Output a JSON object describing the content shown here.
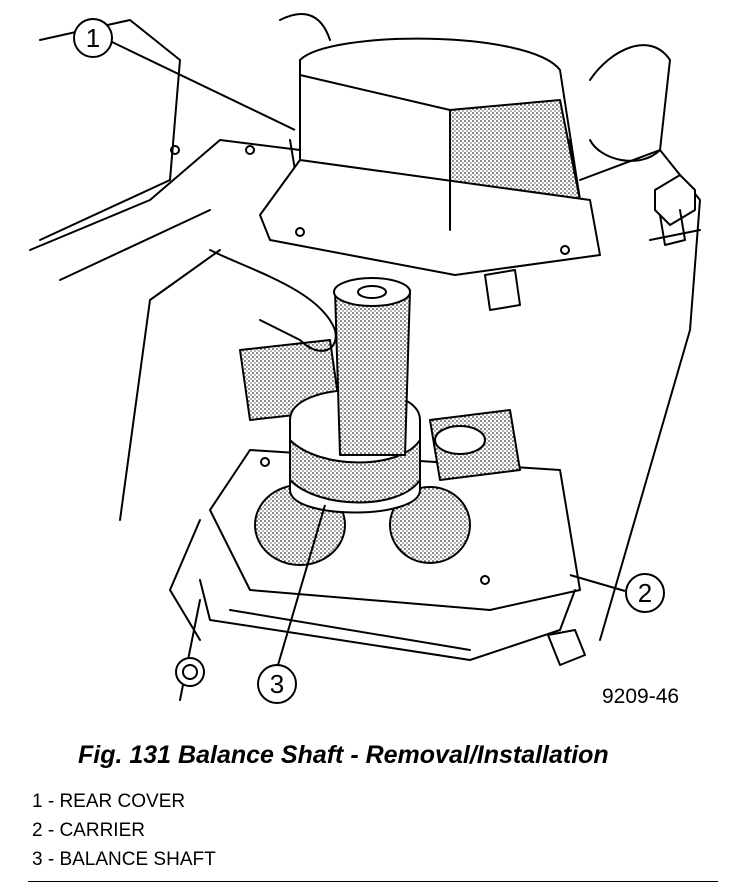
{
  "figure": {
    "code": "9209-46",
    "caption": "Fig. 131 Balance Shaft - Removal/Installation",
    "callouts": [
      "1",
      "2",
      "3"
    ]
  },
  "legend": [
    "1 - REAR COVER",
    "2 - CARRIER",
    "3 - BALANCE SHAFT"
  ]
}
